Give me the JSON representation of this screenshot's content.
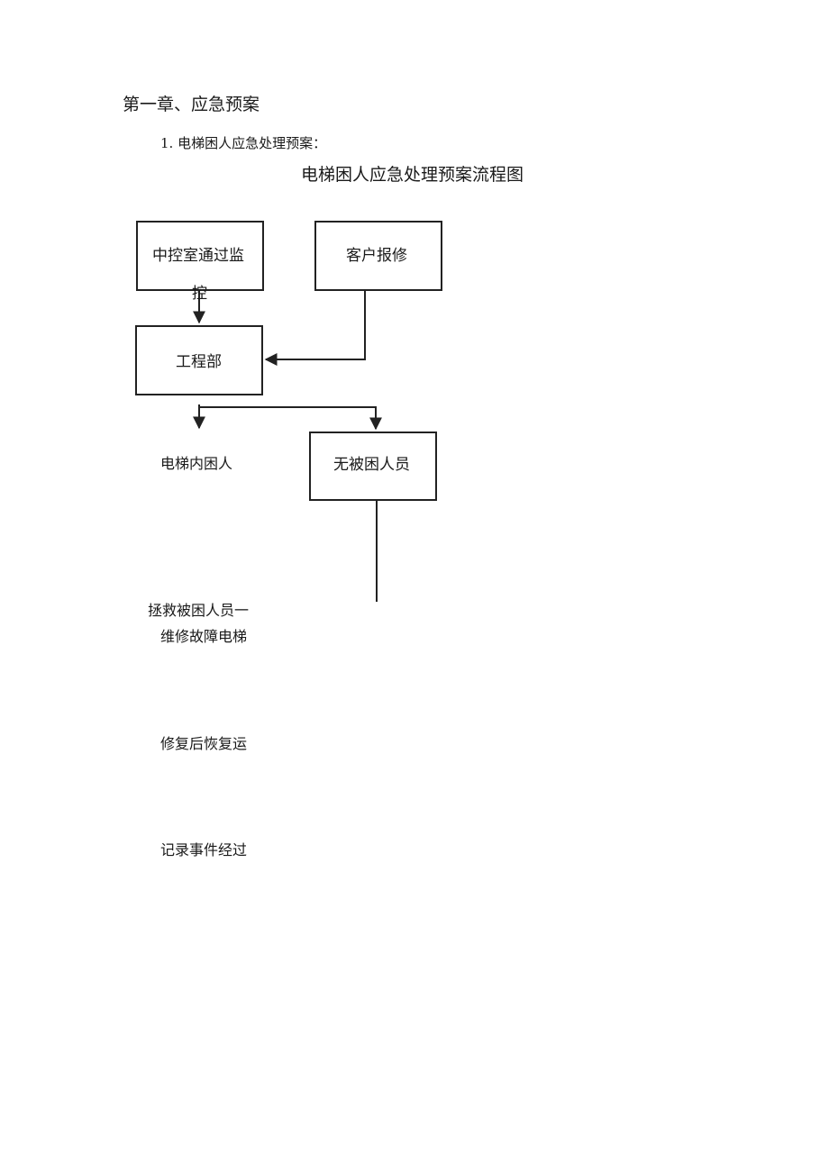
{
  "chapter_title": "第一章、应急预案",
  "section_title": "1. 电梯困人应急处理预案：",
  "flowchart": {
    "title": "电梯困人应急处理预案流程图",
    "boxes": {
      "center_line1": "中控室通过监",
      "center_line2": "控",
      "customer": "客户报修",
      "engineering": "工程部",
      "no_trapped": "无被困人员"
    },
    "labels": {
      "trapped": "电梯内困人",
      "rescue": "拯救被困人员一",
      "repair": "维修故障电梯",
      "restore": "修复后恢复运",
      "record": "记录事件经过"
    }
  }
}
